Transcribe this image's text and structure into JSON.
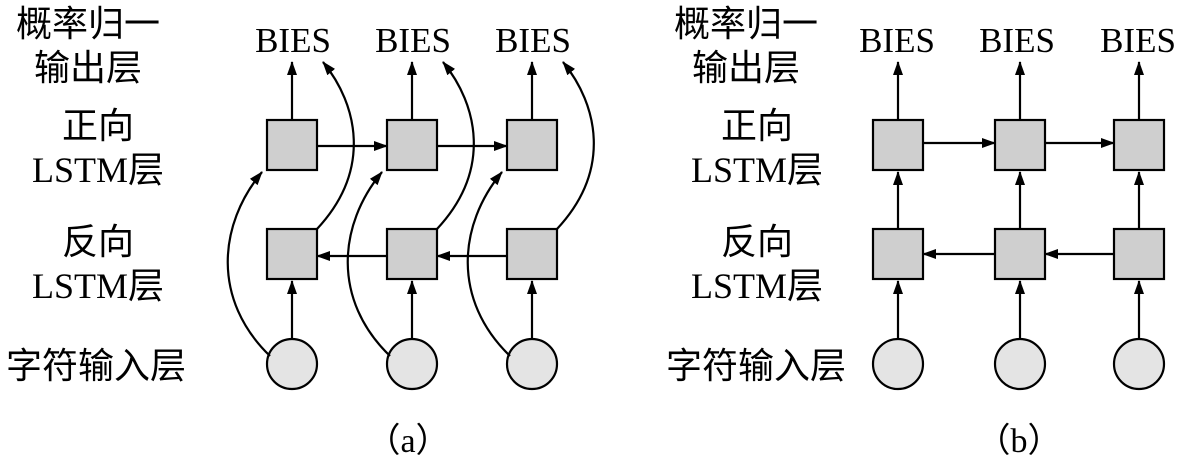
{
  "panels": [
    {
      "layer_labels": {
        "output_line1": "概率归一",
        "output_line2": "输出层",
        "forward_line1": "正向",
        "forward_line2": "LSTM层",
        "backward_line1": "反向",
        "backward_line2": "LSTM层",
        "input": "字符输入层"
      },
      "outputs": [
        "BIES",
        "BIES",
        "BIES"
      ],
      "caption": "（a）"
    },
    {
      "layer_labels": {
        "output_line1": "概率归一",
        "output_line2": "输出层",
        "forward_line1": "正向",
        "forward_line2": "LSTM层",
        "backward_line1": "反向",
        "backward_line2": "LSTM层",
        "input": "字符输入层"
      },
      "outputs": [
        "BIES",
        "BIES",
        "BIES"
      ],
      "caption": "（b）"
    }
  ]
}
